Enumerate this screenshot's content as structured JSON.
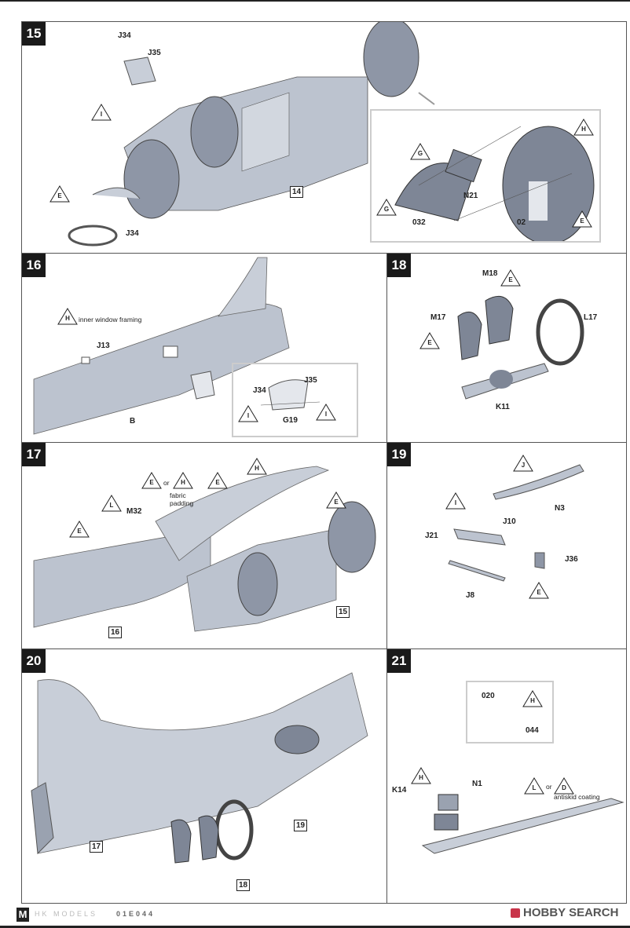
{
  "steps": {
    "s15": {
      "number": "15",
      "labels": {
        "j34a": "J34",
        "j35": "J35",
        "j34b": "J34",
        "p14": "14",
        "n21": "N21",
        "o32": "032",
        "o2": "02"
      },
      "callouts": {
        "i": "I",
        "e": "E",
        "g1": "G",
        "g2": "G",
        "h": "H",
        "e2": "E"
      }
    },
    "s16": {
      "number": "16",
      "labels": {
        "j13": "J13",
        "b": "B",
        "j34": "J34",
        "j35": "J35",
        "g19": "G19"
      },
      "notes": {
        "inner": "inner window framing"
      },
      "callouts": {
        "h": "H",
        "i1": "I",
        "i2": "I"
      }
    },
    "s18": {
      "number": "18",
      "labels": {
        "m18": "M18",
        "m17": "M17",
        "l17": "L17",
        "k11": "K11"
      },
      "callouts": {
        "e1": "E",
        "e2": "E"
      }
    },
    "s17": {
      "number": "17",
      "labels": {
        "m32": "M32",
        "p16": "16",
        "p15": "15"
      },
      "notes": {
        "or": "or",
        "fabric": "fabric",
        "padding": "padding"
      },
      "callouts": {
        "l": "L",
        "e1": "E",
        "h1": "H",
        "e2": "E",
        "h2": "H",
        "e3": "E",
        "e4": "E"
      }
    },
    "s19": {
      "number": "19",
      "labels": {
        "n3": "N3",
        "j10": "J10",
        "j21": "J21",
        "j36": "J36",
        "j8": "J8"
      },
      "callouts": {
        "j": "J",
        "i": "I",
        "e": "E"
      }
    },
    "s20": {
      "number": "20",
      "labels": {
        "p17": "17",
        "p18": "18",
        "p19": "19"
      }
    },
    "s21": {
      "number": "21",
      "labels": {
        "o20": "020",
        "o44": "044",
        "k14": "K14",
        "n1": "N1"
      },
      "notes": {
        "or": "or",
        "antiskid": "antiskid coating"
      },
      "callouts": {
        "h1": "H",
        "h2": "H",
        "l": "L",
        "d": "D"
      }
    }
  },
  "footer": {
    "brand": "HK MODELS",
    "code": "01E044",
    "watermark": "HOBBY SEARCH"
  },
  "colors": {
    "part": "#b9c0cc",
    "part_dark": "#7e8696",
    "accent": "#c8344a"
  }
}
